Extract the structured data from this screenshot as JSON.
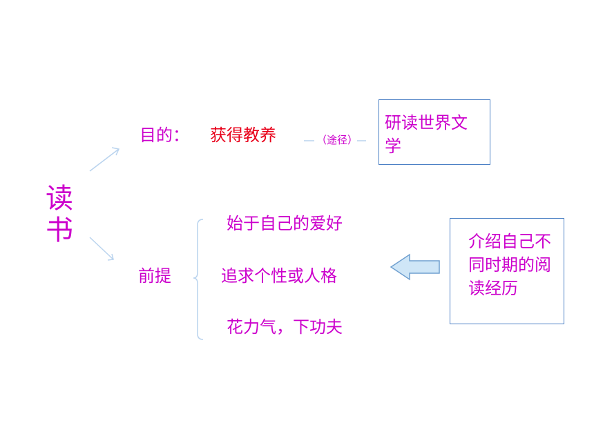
{
  "root": {
    "char1": "读",
    "char2": "书"
  },
  "branch_top": {
    "label": "目的：",
    "value": "获得教养",
    "via": "（途径）"
  },
  "box_top": {
    "text": "研读世界文学"
  },
  "branch_bottom": {
    "label": "前提",
    "items": [
      "始于自己的爱好",
      "追求个性或人格",
      "花力气，下功夫"
    ]
  },
  "box_right": {
    "text": "介绍自己不同时期的阅读经历"
  },
  "colors": {
    "magenta": "#cc00cc",
    "red": "#e8001a",
    "box_border": "#4a7fc4",
    "arrow_fill": "#cfe6f7",
    "arrow_stroke": "#6f9fcf",
    "connector": "#b9d3ee"
  }
}
